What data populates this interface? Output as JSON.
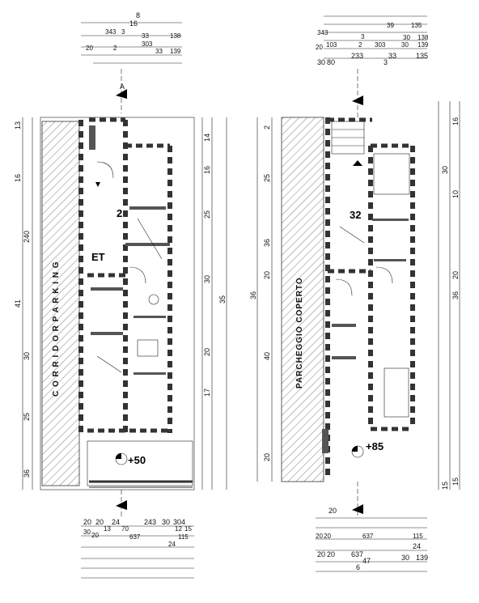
{
  "plan_left": {
    "top_dims": {
      "row1": [
        "8"
      ],
      "row2": [
        "16"
      ],
      "row3": [
        "343",
        "3",
        "33",
        "138"
      ],
      "row4": [
        "20",
        "2",
        "303",
        "33",
        "139"
      ]
    },
    "bottom_dims": {
      "row1": [
        "20",
        "20",
        "24",
        "243",
        "30",
        "304"
      ],
      "row2": [
        "30",
        "20",
        "13",
        "70",
        "637",
        "12",
        "15"
      ],
      "row3": [
        "115"
      ],
      "row4": [
        "24"
      ]
    },
    "left_dims": [
      "13",
      "16",
      "240",
      "41",
      "30",
      "25",
      "36"
    ],
    "right_dims": [
      "14",
      "16",
      "25",
      "30",
      "20",
      "17",
      "35"
    ],
    "vertical_label": "C O R R I D O R   P A R K I N G",
    "tags": {
      "et": "ET",
      "level_tag": "+50",
      "stair_num": "2"
    }
  },
  "plan_right": {
    "top_dims": {
      "row1": [
        "39",
        "135"
      ],
      "row2": [
        "343",
        "3",
        "30",
        "138"
      ],
      "row3": [
        "20",
        "103",
        "2",
        "303",
        "30",
        "139"
      ],
      "row4": [
        "30",
        "80",
        "233",
        "33",
        "3",
        "135"
      ]
    },
    "bottom_dims": {
      "row1": [
        "20"
      ],
      "row2": [
        "20",
        "20",
        "637",
        "115"
      ],
      "row3": [
        "24"
      ],
      "row4": [
        "20",
        "20",
        "637",
        "30",
        "139"
      ],
      "row5": [
        "47"
      ],
      "row6": [
        "6"
      ]
    },
    "left_dims": [
      "2",
      "25",
      "36",
      "20",
      "36",
      "40",
      "20"
    ],
    "right_dims": [
      "16",
      "30",
      "10",
      "20",
      "36",
      "15",
      "15"
    ],
    "vertical_label": "PARCHEGGIO COPERTO",
    "tags": {
      "stair_num": "32",
      "level_tag": "+85"
    }
  },
  "section_marker": "A",
  "colors": {
    "line": "#222222",
    "wall": "#555555",
    "hatch": "#444444"
  }
}
